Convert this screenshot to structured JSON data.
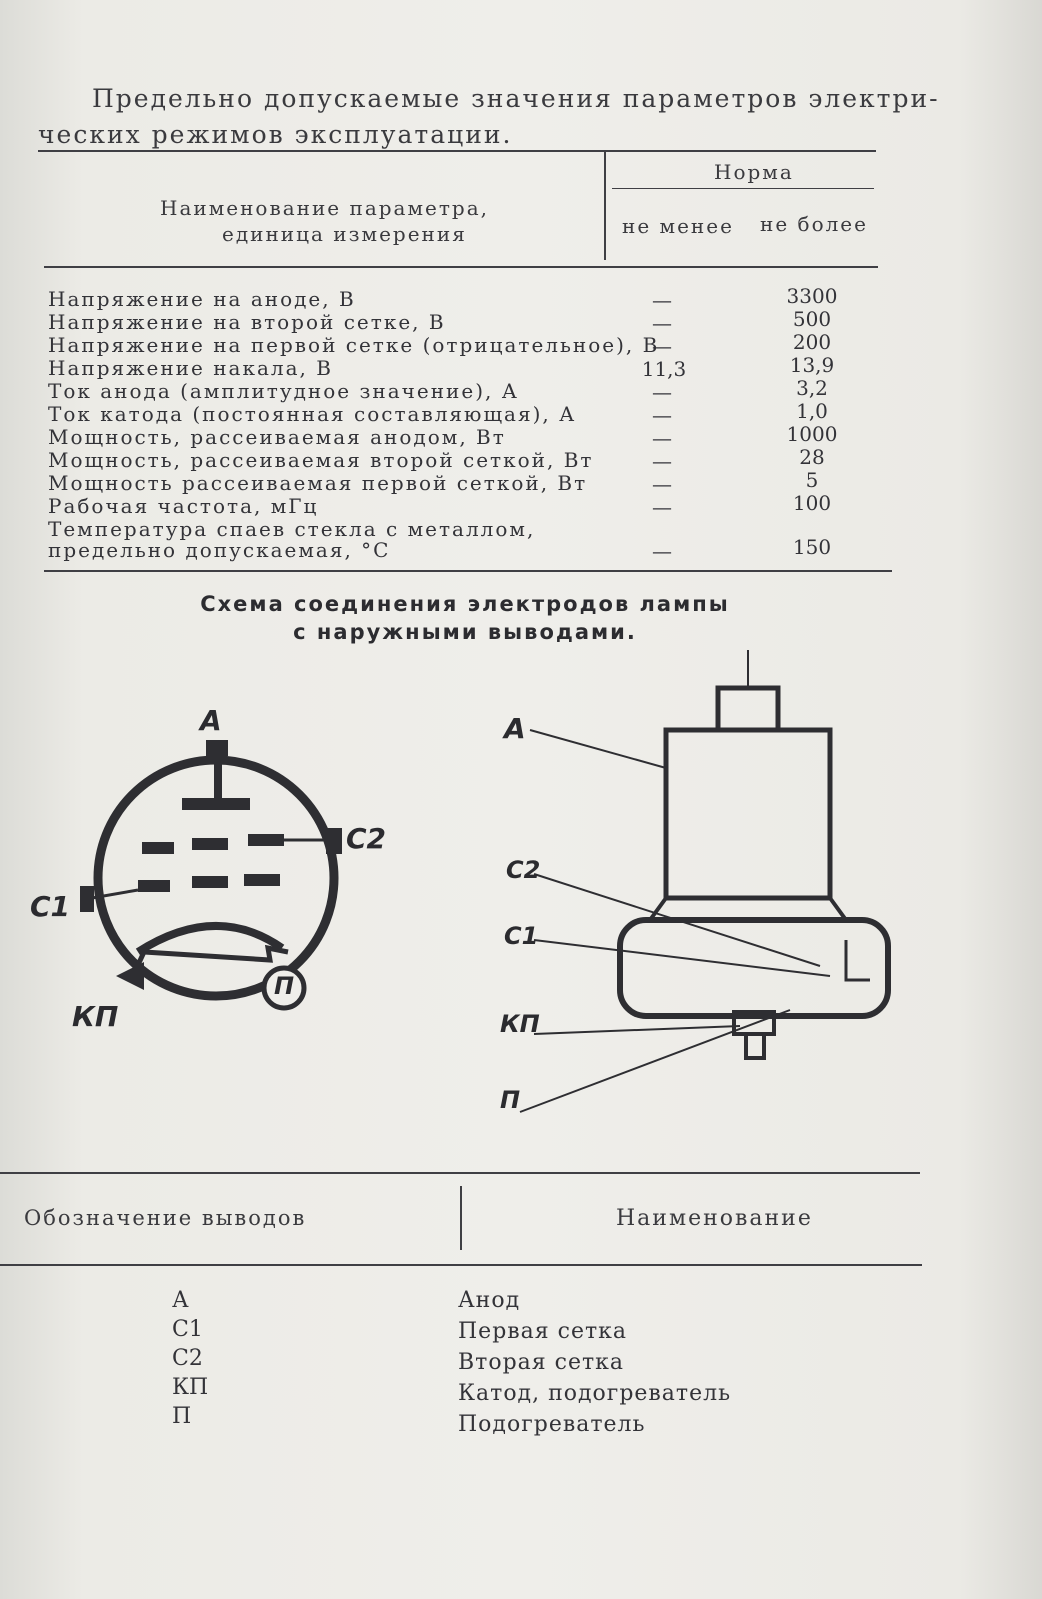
{
  "title": {
    "line1": "Предельно допускаемые значения параметров электри-",
    "line2": "ческих режимов эксплуатации."
  },
  "params_table": {
    "header_name_line1": "Наименование параметра,",
    "header_name_line2": "единица измерения",
    "header_norm": "Норма",
    "header_min": "не менее",
    "header_max": "не более",
    "rows": [
      {
        "name": "Напряжение на аноде, В",
        "min": "—",
        "max": "3300"
      },
      {
        "name": "Напряжение на второй сетке, В",
        "min": "—",
        "max": "500"
      },
      {
        "name": "Напряжение на первой сетке (отрицательное), В",
        "min": "—",
        "max": "200"
      },
      {
        "name": "Напряжение накала, В",
        "min": "11,3",
        "max": "13,9"
      },
      {
        "name": "Ток анода (амплитудное значение), А",
        "min": "—",
        "max": "3,2"
      },
      {
        "name": "Ток катода (постоянная составляющая), А",
        "min": "—",
        "max": "1,0"
      },
      {
        "name": "Мощность, рассеиваемая анодом, Вт",
        "min": "—",
        "max": "1000"
      },
      {
        "name": "Мощность, рассеиваемая второй сеткой, Вт",
        "min": "—",
        "max": "28"
      },
      {
        "name": "Мощность рассеиваемая первой сеткой, Вт",
        "min": "—",
        "max": "5"
      },
      {
        "name": "Рабочая частота, мГц",
        "min": "—",
        "max": "100"
      },
      {
        "name": "Температура спаев стекла с металлом,",
        "min": "",
        "max": ""
      },
      {
        "name": "предельно допускаемая, °С",
        "min": "—",
        "max": "150"
      }
    ]
  },
  "schema": {
    "title_line1": "Схема соединения электродов лампы",
    "title_line2": "с наружными выводами.",
    "left_labels": {
      "a": "А",
      "c2": "С2",
      "c1": "С1",
      "kp": "КП",
      "p": "П"
    },
    "right_labels": {
      "a": "А",
      "c2": "С2",
      "c1": "С1",
      "kp": "КП",
      "p": "П"
    }
  },
  "legend_table": {
    "header_code": "Обозначение выводов",
    "header_name": "Наименование",
    "rows": [
      {
        "code": "А",
        "name": "Анод"
      },
      {
        "code": "С1",
        "name": "Первая сетка"
      },
      {
        "code": "С2",
        "name": "Вторая сетка"
      },
      {
        "code": "КП",
        "name": "Катод, подогреватель"
      },
      {
        "code": "П",
        "name": "Подогреватель"
      }
    ]
  }
}
